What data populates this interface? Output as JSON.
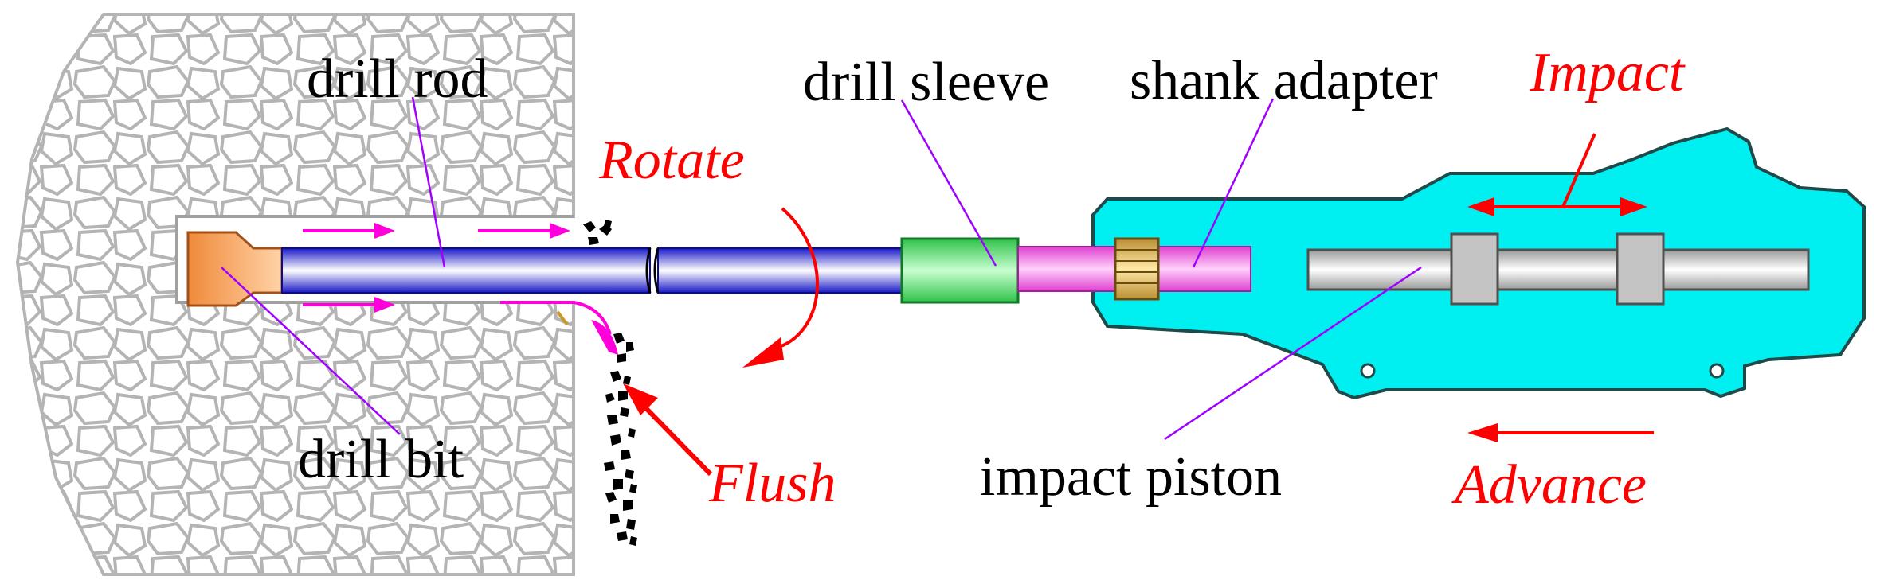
{
  "labels": {
    "drill_rod": "drill rod",
    "drill_bit": "drill bit",
    "drill_sleeve": "drill sleeve",
    "shank_adapter": "shank adapter",
    "impact_piston": "impact piston"
  },
  "actions": {
    "rotate": "Rotate",
    "flush": "Flush",
    "impact": "Impact",
    "advance": "Advance"
  },
  "colors": {
    "action_text": "#ff0000",
    "rock_pattern": "#b4b4b4",
    "drill_bit": "#f5a05a",
    "drill_rod": "#3a3aee",
    "drill_sleeve": "#2fc24a",
    "shank_adapter": "#ff70e6",
    "housing": "#00f0f2",
    "leader_line": "#a000ff",
    "flush_arrow": "#ff00dd",
    "impact_piston": "#c8c8c8",
    "chips": "#000000"
  }
}
